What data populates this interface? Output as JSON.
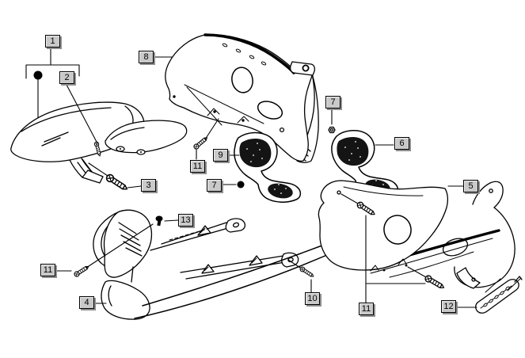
{
  "figure": {
    "kind": "exploded-parts-diagram",
    "background": "#ffffff",
    "line_color": "#000000"
  },
  "callout_box_style": {
    "background": "#c9c9c9",
    "border": "#000000",
    "shadow": "#8e8e8e",
    "text": "#000000"
  },
  "callouts": [
    {
      "number": "1"
    },
    {
      "number": "2"
    },
    {
      "number": "8"
    },
    {
      "number": "7"
    },
    {
      "number": "6"
    },
    {
      "number": "5"
    },
    {
      "number": "9"
    },
    {
      "number": "11"
    },
    {
      "number": "3"
    },
    {
      "number": "7"
    },
    {
      "number": "13"
    },
    {
      "number": "11"
    },
    {
      "number": "4"
    },
    {
      "number": "10"
    },
    {
      "number": "11"
    },
    {
      "number": "12"
    }
  ]
}
